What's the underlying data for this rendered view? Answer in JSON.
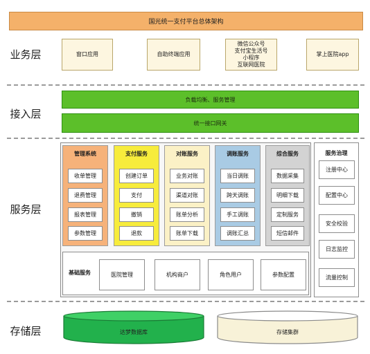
{
  "title": "国光统一支付平台总体架构",
  "layers": {
    "business": "业务层",
    "access": "接入层",
    "service": "服务层",
    "storage": "存储层"
  },
  "business_apps": [
    "窗口应用",
    "自助终端应用",
    "微信公众号\n支付宝生活号\n小程序\n互联网医院",
    "掌上医院app"
  ],
  "access_bars": [
    "负载均衡、服务管理",
    "统一接口网关"
  ],
  "service_columns": [
    {
      "title": "管理系统",
      "items": [
        "收单管理",
        "退费管理",
        "报表管理",
        "参数管理"
      ],
      "color": "#f6b27a"
    },
    {
      "title": "支付服务",
      "items": [
        "创建订单",
        "支付",
        "撤销",
        "退款"
      ],
      "color": "#f7ec3c"
    },
    {
      "title": "对账服务",
      "items": [
        "业务对账",
        "渠道对账",
        "账单分析",
        "账单下载"
      ],
      "color": "#fbf1c6"
    },
    {
      "title": "调账服务",
      "items": [
        "当日调账",
        "跨天调账",
        "手工调账",
        "调账汇总"
      ],
      "color": "#a9cbe4"
    },
    {
      "title": "综合服务",
      "items": [
        "数据采集",
        "明细下载",
        "定制服务",
        "短信邮件"
      ],
      "color": "#d3d3d3"
    }
  ],
  "base_services": {
    "label": "基础服务",
    "items": [
      "医院管理",
      "机构商户",
      "角色用户",
      "参数配置"
    ]
  },
  "governance": {
    "title": "服务治理",
    "items": [
      "注册中心",
      "配置中心",
      "安全校验",
      "日志监控",
      "流量控制"
    ]
  },
  "storage": [
    "达梦数据库",
    "存储集群"
  ],
  "colors": {
    "title_bar": "#f4b16a",
    "access_green": "#5cbf2a",
    "db_green": "#22b14c",
    "cluster_fill": "#f8f2d8"
  }
}
